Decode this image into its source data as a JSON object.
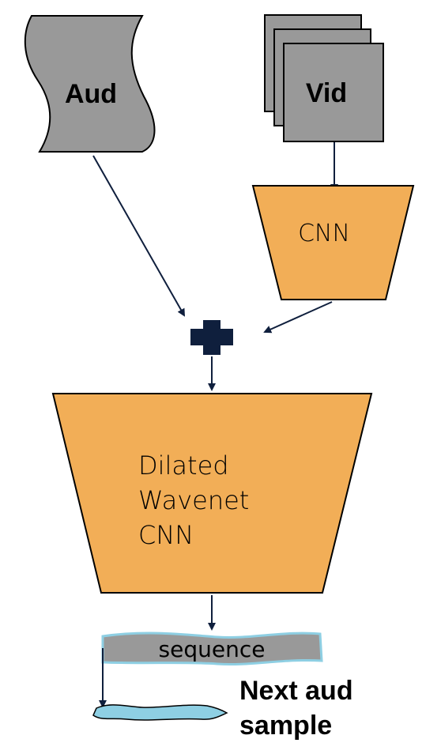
{
  "nodes": {
    "audio_input": {
      "label": "Aud"
    },
    "video_input": {
      "label": "Vid"
    },
    "cnn_encoder": {
      "label": "CNN"
    },
    "wavenet": {
      "line1": "Dilated",
      "line2": "Wavenet",
      "line3": "CNN"
    },
    "sequence": {
      "label": "sequence"
    },
    "next_sample": {
      "line1": "Next aud",
      "line2": "sample"
    }
  },
  "colors": {
    "stroke": "#000000",
    "arrow": "#0f1f3d",
    "input_fill": "#999999",
    "cnn_fill": "#f2ae57",
    "sequence_fill": "#999999",
    "sequence_edge": "#8ecfe3",
    "sample_fill": "#8ecfe3"
  },
  "icons": {
    "combine": "plus-icon"
  }
}
